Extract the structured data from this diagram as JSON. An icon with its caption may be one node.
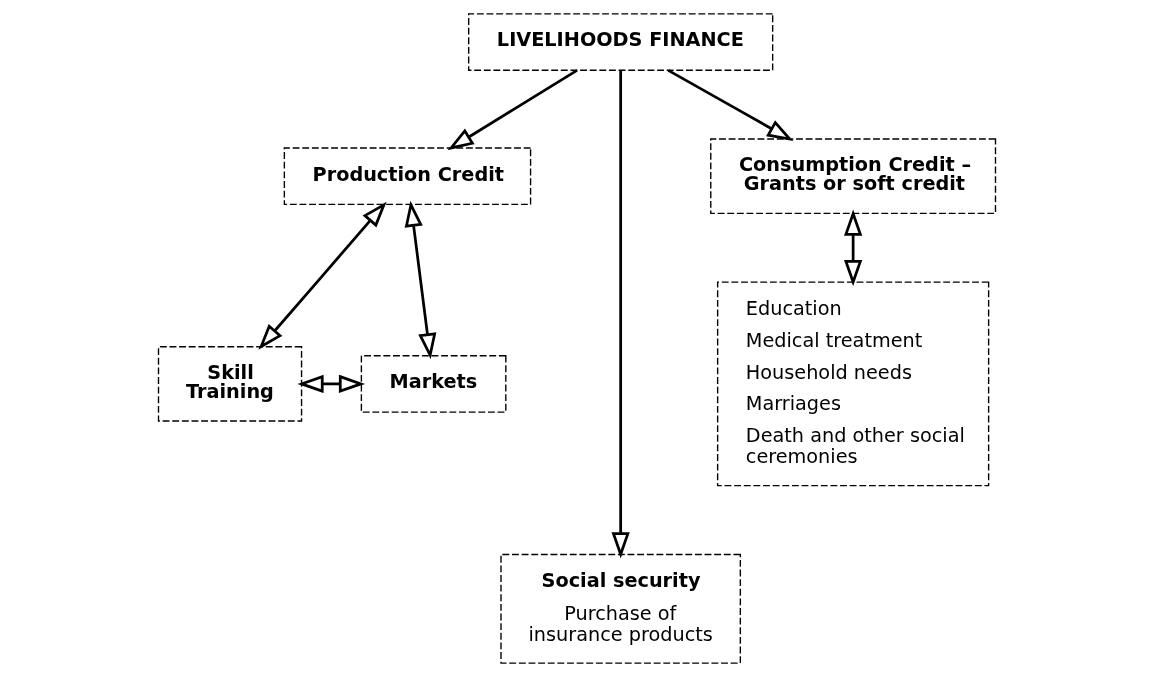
{
  "diagram": {
    "nodes": [
      {
        "text": [
          "LIVELIHOODS FINANCE"
        ]
      },
      {
        "text": [
          "Production Credit"
        ]
      },
      {
        "text": [
          "Consumption Credit – Grants or soft credit"
        ]
      },
      {
        "text": [
          "Skill Training"
        ]
      },
      {
        "text": [
          "Markets"
        ]
      },
      {
        "text": [
          "Social security",
          "Purchase of insurance products"
        ]
      },
      {
        "text": [
          "Education",
          "Medical treatment",
          "Household needs",
          "Marriages",
          "Death and other social ceremonies"
        ]
      }
    ],
    "edges": [
      {
        "from": 0,
        "to": 1,
        "arrow": "to"
      },
      {
        "from": 0,
        "to": 5,
        "arrow": "to"
      },
      {
        "from": 0,
        "to": 2,
        "arrow": "to"
      },
      {
        "from": 1,
        "to": 3,
        "arrow": "both"
      },
      {
        "from": 1,
        "to": 4,
        "arrow": "both"
      },
      {
        "from": 3,
        "to": 4,
        "arrow": "both"
      },
      {
        "from": 2,
        "to": 6,
        "arrow": "both"
      }
    ]
  }
}
